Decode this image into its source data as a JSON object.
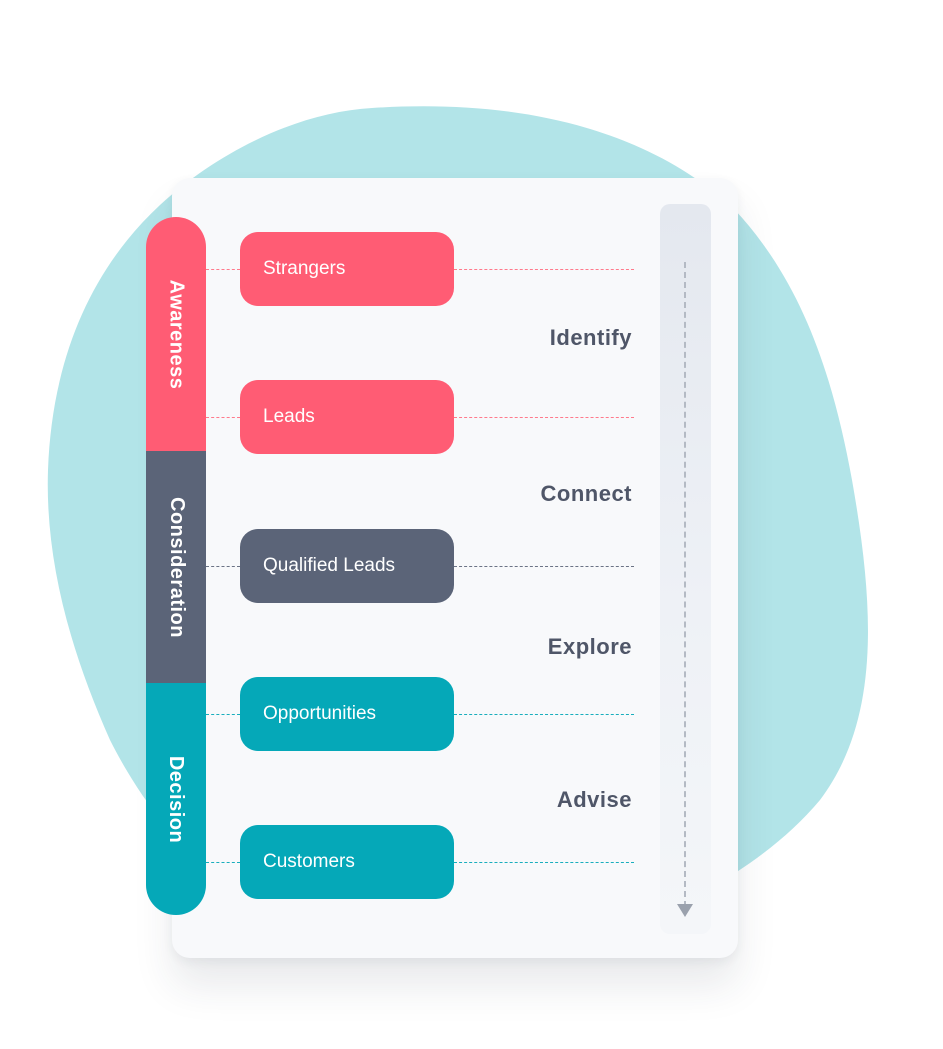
{
  "colors": {
    "blob": "#b2e4e8",
    "awareness": "#ff5c74",
    "consideration": "#5b6478",
    "decision": "#05a8b8",
    "action_text": "#4f5668"
  },
  "stages": [
    {
      "label": "Awareness"
    },
    {
      "label": "Consideration"
    },
    {
      "label": "Decision"
    }
  ],
  "nodes": [
    {
      "label": "Strangers"
    },
    {
      "label": "Leads"
    },
    {
      "label": "Qualified Leads"
    },
    {
      "label": "Opportunities"
    },
    {
      "label": "Customers"
    }
  ],
  "actions": [
    {
      "label": "Identify"
    },
    {
      "label": "Connect"
    },
    {
      "label": "Explore"
    },
    {
      "label": "Advise"
    }
  ]
}
